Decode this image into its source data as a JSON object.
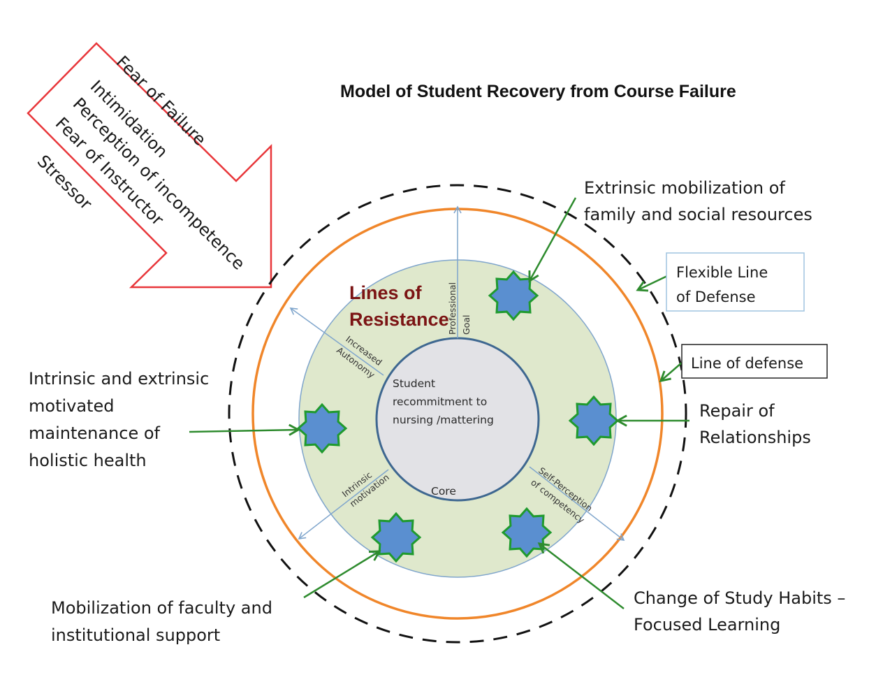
{
  "title": "Model of Student Recovery from Course Failure",
  "stressor_arrow": {
    "label": "Stressor",
    "items": [
      "Fear of Failure",
      "Intimidation",
      "Perception of incompetence",
      "Fear of Instructor"
    ],
    "color": "#e8363a"
  },
  "rings": {
    "flexible_line_of_defense": {
      "label": "Flexible Line of Defense",
      "label_lines": [
        "Flexible Line",
        "of Defense"
      ],
      "color": "#111111",
      "style": "dashed"
    },
    "line_of_defense": {
      "label": "Line of defense",
      "color": "#f0862a",
      "style": "solid"
    },
    "lines_of_resistance": {
      "label_lines": [
        "Lines of",
        "Resistance"
      ],
      "fill": "#dfe8cc",
      "stroke": "#7fa5cc",
      "label_color": "#7b1414"
    },
    "core": {
      "label": "Core",
      "text_lines": [
        "Student",
        "recommitment to",
        "nursing /mattering"
      ],
      "fill": "#e2e2e6",
      "stroke": "#3e6790"
    }
  },
  "resistance_factors": [
    {
      "id": "professional-goal",
      "lines": [
        "Professional",
        "Goal"
      ]
    },
    {
      "id": "increased-autonomy",
      "lines": [
        "Increased",
        "Autonomy"
      ]
    },
    {
      "id": "intrinsic-motivation",
      "lines": [
        "Intrinsic",
        "motivation"
      ]
    },
    {
      "id": "self-perception",
      "lines": [
        "Self-Perception",
        "of competency"
      ]
    }
  ],
  "recovery_interventions": [
    {
      "id": "extrinsic-mobilization",
      "lines": [
        "Extrinsic mobilization of",
        "family and social resources"
      ]
    },
    {
      "id": "holistic-health",
      "lines": [
        "Intrinsic and extrinsic",
        "motivated",
        "maintenance of",
        "holistic health"
      ]
    },
    {
      "id": "repair-relationships",
      "lines": [
        "Repair of",
        "Relationships"
      ]
    },
    {
      "id": "faculty-support",
      "lines": [
        "Mobilization of faculty and",
        "institutional support"
      ]
    },
    {
      "id": "study-habits",
      "lines": [
        "Change of Study Habits –",
        "Focused Learning"
      ]
    }
  ],
  "colors": {
    "intervention_arrow": "#2e8b2e",
    "star_fill": "#5a8fd0",
    "star_stroke": "#1f9a2e",
    "resistance_arrow": "#7fa5cc",
    "flexible_box_border": "#9fc3e0",
    "defense_box_border": "#222222"
  }
}
